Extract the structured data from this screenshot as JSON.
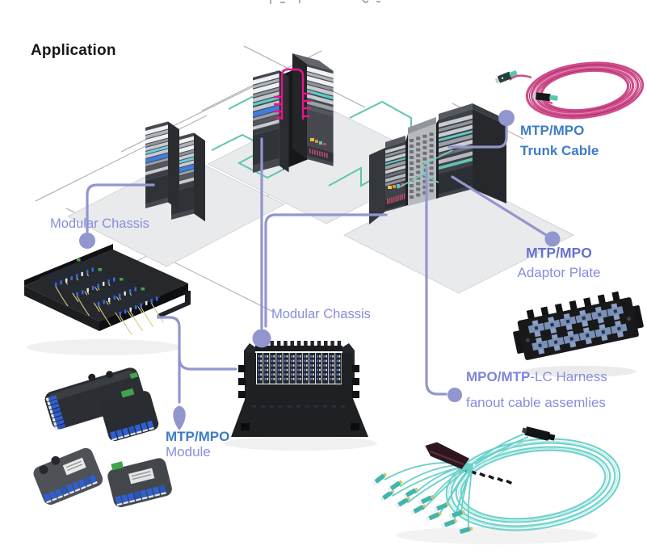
{
  "title": "Application",
  "labels": {
    "left_chassis": "Modular Chassis",
    "center_chassis": "Modular Chassis",
    "trunk_cable_line1": "MTP/MPO",
    "trunk_cable_line2": "Trunk Cable",
    "adaptor_plate_line1": "MTP/MPO",
    "adaptor_plate_line2": "Adaptor Plate",
    "module_line1": "MTP/MPO",
    "module_line2": "Module",
    "harness_line1_bold": "MPO/MTP",
    "harness_line1_rest": "-LC Harness",
    "harness_line2": "fanout cable assemlies"
  },
  "colors": {
    "label_periwinkle": "#878EDD",
    "label_steel_blue_bold": "#3E7CC5",
    "label_indigo_bold": "#6571D0",
    "connector_line": "#9296CE",
    "teal_trace": "#5FC4B1",
    "magenta_cable": "#E5168A",
    "trunk_cable_pink": "#D04B8A",
    "harness_aqua": "#66CFC8",
    "rack_dark": "#3E4147",
    "platform_gray": "#E9EAEC"
  }
}
